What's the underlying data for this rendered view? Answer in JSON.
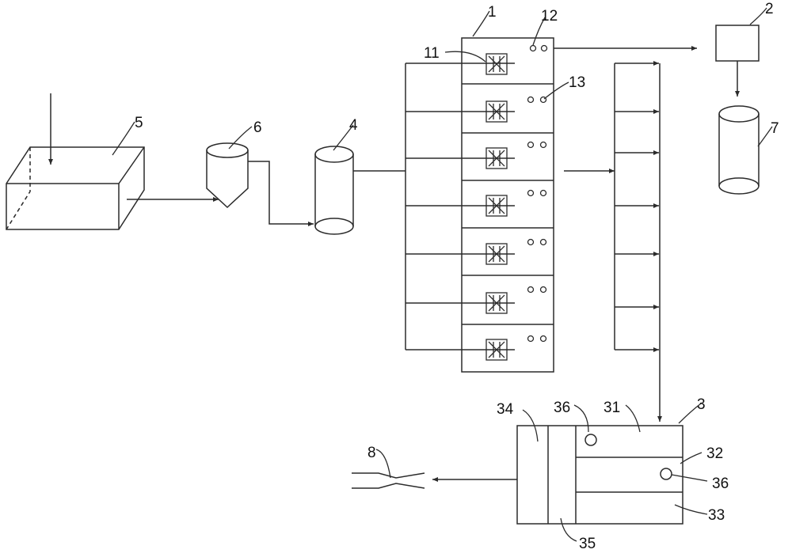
{
  "labels": {
    "l1": "1",
    "l2": "2",
    "l3": "3",
    "l4": "4",
    "l5": "5",
    "l6": "6",
    "l7": "7",
    "l8": "8",
    "l11": "11",
    "l12": "12",
    "l13": "13",
    "l31": "31",
    "l32": "32",
    "l33": "33",
    "l34": "34",
    "l35": "35",
    "l36a": "36",
    "l36b": "36"
  },
  "colors": {
    "stroke": "#2b2b2b",
    "background": "#ffffff"
  },
  "rack": {
    "unit_count": 7,
    "valve_icon": "valve-icon",
    "indicator_icon": "indicator-lights-icon"
  },
  "distributor": {
    "branch_count": 7
  }
}
